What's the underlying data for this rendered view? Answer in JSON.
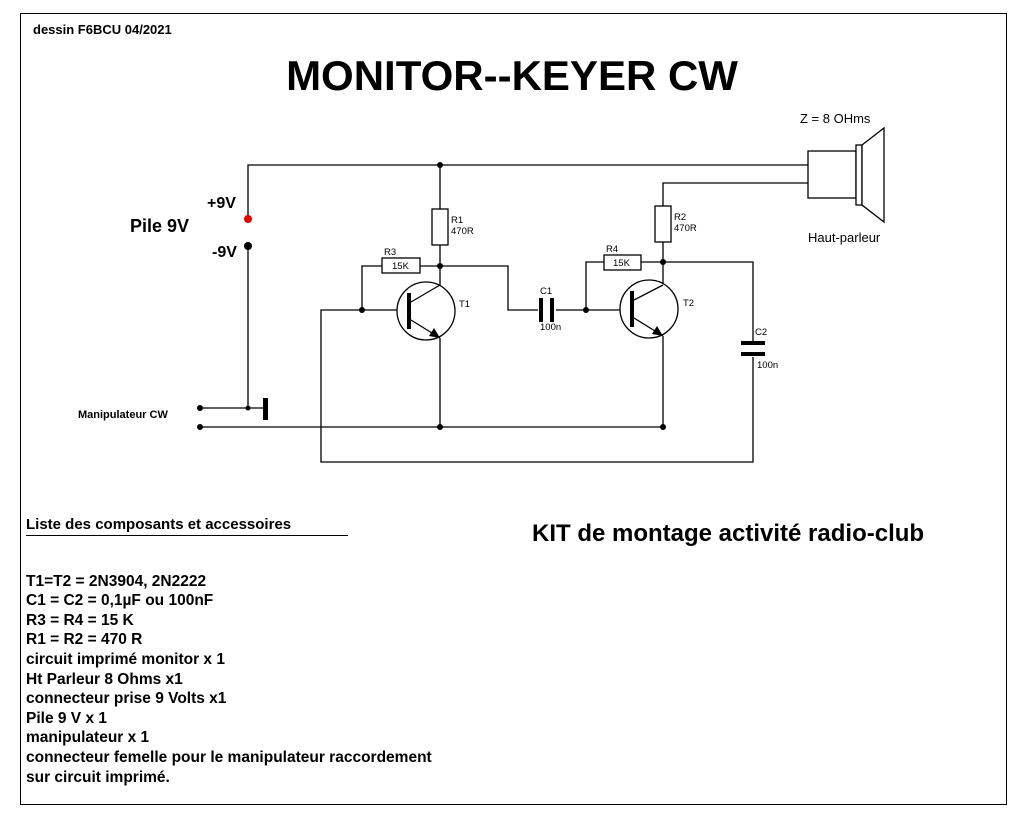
{
  "header": {
    "credit": "dessin F6BCU  04/2021",
    "title": "MONITOR--KEYER CW"
  },
  "schematic": {
    "battery_label": "Pile  9V",
    "plus_label": "+9V",
    "minus_label": "-9V",
    "key_label": "Manipulateur  CW",
    "speaker_impedance": "Z = 8 OHms",
    "speaker_label": "Haut-parleur",
    "r1": {
      "ref": "R1",
      "value": "470R"
    },
    "r2": {
      "ref": "R2",
      "value": "470R"
    },
    "r3": {
      "ref": "R3",
      "value": "15K"
    },
    "r4": {
      "ref": "R4",
      "value": "15K"
    },
    "c1": {
      "ref": "C1",
      "value": "100n"
    },
    "c2": {
      "ref": "C2",
      "value": "100n"
    },
    "t1": "T1",
    "t2": "T2",
    "colors": {
      "positive_terminal": "#e00000",
      "wire": "#000000"
    }
  },
  "parts": {
    "heading": "Liste des composants et accessoires",
    "items": [
      "",
      "T1=T2 = 2N3904, 2N2222",
      "C1 = C2 = 0,1µF ou 100nF",
      "R3 = R4 = 15 K",
      "R1 = R2 = 470 R",
      "circuit imprimé  monitor x 1",
      "Ht Parleur 8 Ohms x1",
      "connecteur prise 9 Volts  x1",
      "Pile 9 V x 1",
      "manipulateur  x 1",
      "connecteur femelle pour le manipulateur  raccordement",
      "sur circuit imprimé."
    ]
  },
  "kit_caption": "KIT de montage  activité radio-club"
}
